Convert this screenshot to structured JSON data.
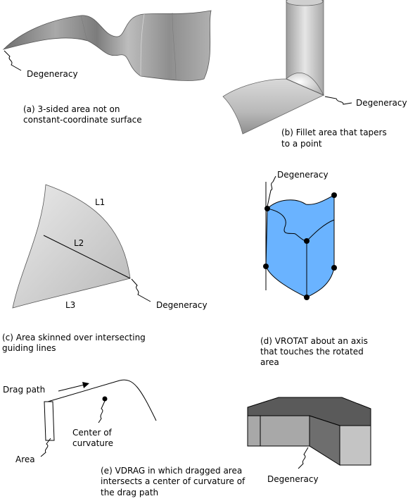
{
  "panels": {
    "a": {
      "label": "Degeneracy",
      "caption_line1": "(a)  3-sided area not on",
      "caption_line2": "constant-coordinate surface"
    },
    "b": {
      "label": "Degeneracy",
      "caption_line1": "(b)  Fillet area that tapers",
      "caption_line2": "to a point"
    },
    "c": {
      "label": "Degeneracy",
      "line_L1": "L1",
      "line_L2": "L2",
      "line_L3": "L3",
      "caption_line1": "(c)  Area skinned over intersecting",
      "caption_line2": "guiding lines"
    },
    "d": {
      "label": "Degeneracy",
      "caption_line1": "(d)  VROTAT about an axis",
      "caption_line2": "that touches the rotated",
      "caption_line3": "area",
      "fill_color": "#6ab3ff"
    },
    "e": {
      "drag_path_label": "Drag path",
      "center_line1": "Center of",
      "center_line2": "curvature",
      "area_label": "Area",
      "caption_line1": "(e)  VDRAG in which dragged area",
      "caption_line2": "intersects a center of curvature of",
      "caption_line3": "the drag path"
    },
    "f": {
      "label": "Degeneracy"
    }
  }
}
